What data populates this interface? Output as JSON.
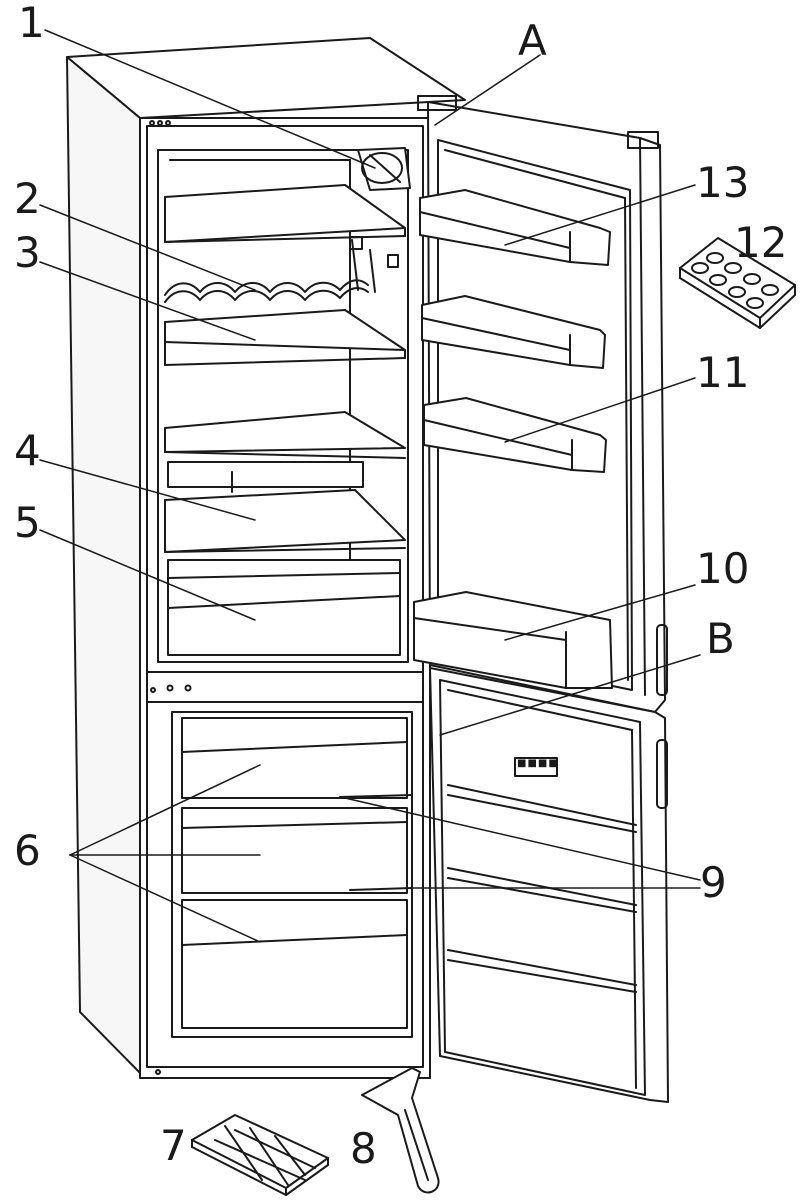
{
  "labels": {
    "l1": "1",
    "l2": "2",
    "l3": "3",
    "l4": "4",
    "l5": "5",
    "l6": "6",
    "l7": "7",
    "l8": "8",
    "l9": "9",
    "l10": "10",
    "l11": "11",
    "l12": "12",
    "l13": "13",
    "lA": "A",
    "lB": "B"
  },
  "panel": {
    "text": "■■■■"
  },
  "colors": {
    "line": "#1a1a1a",
    "fill": "#ffffff",
    "shade": "#f2f2f2"
  }
}
